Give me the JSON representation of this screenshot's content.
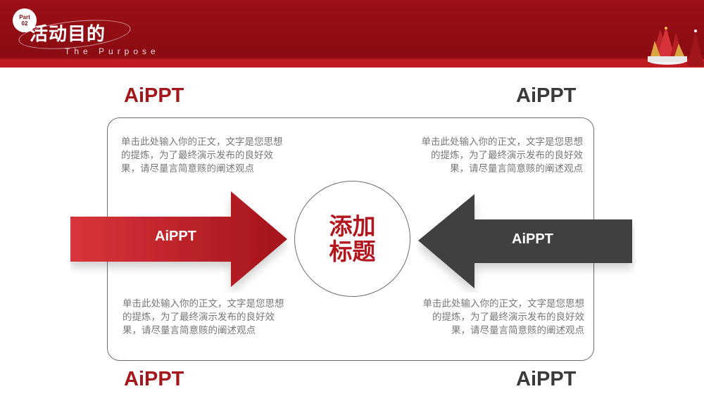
{
  "header": {
    "part_label": "Part",
    "part_number": "02",
    "title": "活动目的",
    "subtitle": "The Purpose"
  },
  "corners": {
    "top_left": "AiPPT",
    "top_right": "AiPPT",
    "bottom_left": "AiPPT",
    "bottom_right": "AiPPT"
  },
  "paragraphs": {
    "top_left": "单击此处输入你的正文，文字是您思想的提炼，为了最终演示发布的良好效果，请尽量言简意赅的阐述观点",
    "top_right": "单击此处输入你的正文，文字是您思想的提炼，为了最终演示发布的良好效果，请尽量言简意赅的阐述观点",
    "bottom_left": "单击此处输入你的正文，文字是您思想的提炼，为了最终演示发布的良好效果，请尽量言简意赅的阐述观点",
    "bottom_right": "单击此处输入你的正文，文字是您思想的提炼，为了最终演示发布的良好效果，请尽量言简意赅的阐述观点"
  },
  "arrows": {
    "left_label": "AiPPT",
    "right_label": "AiPPT"
  },
  "center": {
    "title": "添加标题"
  },
  "colors": {
    "brand_red": "#a3171d",
    "dark_gray": "#3f3f3f",
    "header_red": "#8a0c12"
  },
  "icons": {
    "decoration": "christmas-tree-decoration"
  }
}
